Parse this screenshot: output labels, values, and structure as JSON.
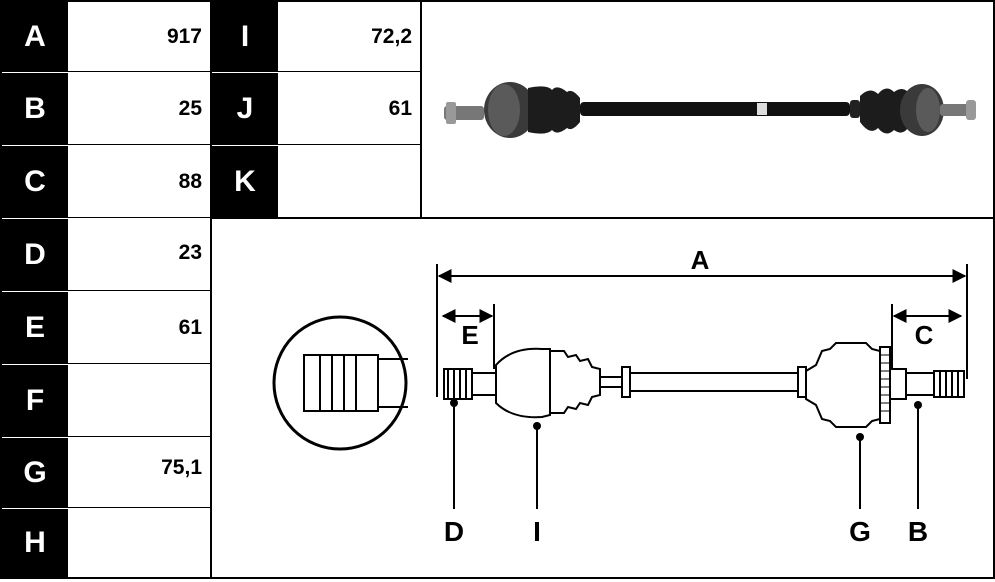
{
  "left_table": [
    {
      "key": "A",
      "value": "917"
    },
    {
      "key": "B",
      "value": "25"
    },
    {
      "key": "C",
      "value": "88"
    },
    {
      "key": "D",
      "value": "23"
    },
    {
      "key": "E",
      "value": "61"
    },
    {
      "key": "F",
      "value": ""
    },
    {
      "key": "G",
      "value": "75,1"
    },
    {
      "key": "H",
      "value": ""
    }
  ],
  "mid_table": [
    {
      "key": "I",
      "value": "72,2"
    },
    {
      "key": "J",
      "value": "61"
    },
    {
      "key": "K",
      "value": ""
    }
  ],
  "diagram_labels": {
    "A": "A",
    "B": "B",
    "C": "C",
    "D": "D",
    "E": "E",
    "G": "G",
    "I": "I"
  }
}
